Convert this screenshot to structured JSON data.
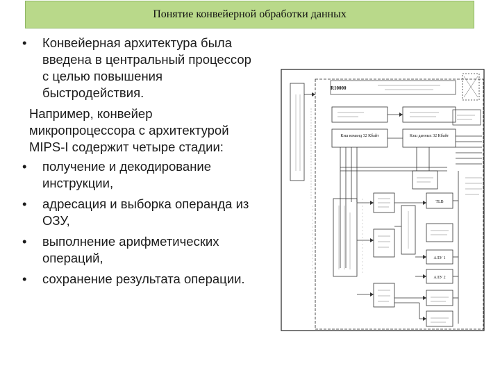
{
  "slide": {
    "title": "Понятие конвейерной обработки данных",
    "bullet_char": "•",
    "items": [
      {
        "kind": "bullet",
        "text": "Конвейерная архитектура была введена в центральный процессор с целью повышения быстродействия."
      },
      {
        "kind": "plain",
        "text": "Например, конвейер микропроцессора с архитектурой MIPS-I содержит четыре стадии:"
      },
      {
        "kind": "bullet",
        "text": "получение и декодирование инструкции,"
      },
      {
        "kind": "bullet",
        "text": "адресация и выборка операнда из ОЗУ,"
      },
      {
        "kind": "bullet",
        "text": "выполнение арифметических операций,"
      },
      {
        "kind": "bullet",
        "text": "сохранение результата операции."
      }
    ]
  },
  "diagram": {
    "chip_label": "R10000",
    "blocks": {
      "cache1": "Кэш команд 32 Кбайт",
      "cache2": "Кэш данных 32 Кбайт",
      "tlb": "TLB",
      "alu1": "АЛУ 1",
      "alu2": "АЛУ 2"
    }
  }
}
